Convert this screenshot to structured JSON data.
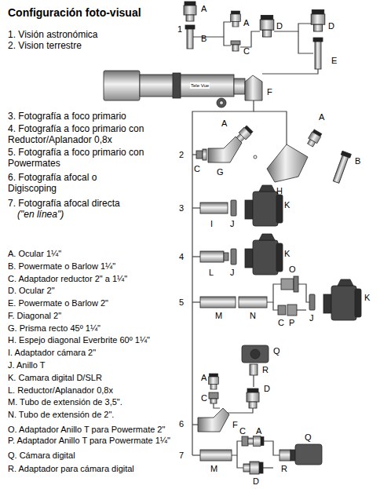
{
  "diagram": {
    "title": "Configuración foto-visual",
    "labels": [
      "1. Visión astronómica",
      "2. Vision terrestre",
      "3. Fotografía a foco primario",
      "4. Fotografía a foco primario con Reductor/Aplanador 0,8x",
      "5. Fotografía a foco primario con Powermates",
      "6. Fotografía afocal o Digiscoping",
      "7. Fotografía afocal directa",
      "(\"en línea\")",
      "A. Ocular 1¼\"",
      "B. Powermate o Barlow 1¼\"",
      "C. Adaptador reductor 2\" a 1¼\"",
      "D. Ocular 2\"",
      "E. Powermate o Barlow 2\"",
      "F. Diagonal 2\"",
      "G. Prisma recto 45º 1¼\"",
      "H. Espejo diagonal Everbrite 60º 1¼\"",
      "I. Adaptador cámara 2\"",
      "J. Anillo T",
      "K. Camara digital D/SLR",
      "L. Reductor/Aplanador 0,8x",
      "M. Tubo de extensión de 3,5\".",
      "N. Tubo de extensión de 2\".",
      "O. Adaptador Anillo T para Powermate 2\"",
      "P. Adaptador Anillo T para Powermate 1¼\"",
      "Q. Cámara digital",
      "R. Adaptador para cámara digital",
      "A",
      "1",
      "B",
      "A",
      "D",
      "D",
      "C",
      "E",
      "Tele Vue",
      "F",
      "A",
      "2",
      "C",
      "G",
      "A",
      "B",
      "H",
      "3",
      "I",
      "J",
      "K",
      "4",
      "L",
      "J",
      "K",
      "5",
      "M",
      "N",
      "O",
      "C",
      "P",
      "J",
      "K",
      "Q",
      "R",
      "A",
      "C",
      "D",
      "F",
      "6",
      "7",
      "M",
      "C",
      "A",
      "D",
      "R",
      "Q"
    ]
  }
}
